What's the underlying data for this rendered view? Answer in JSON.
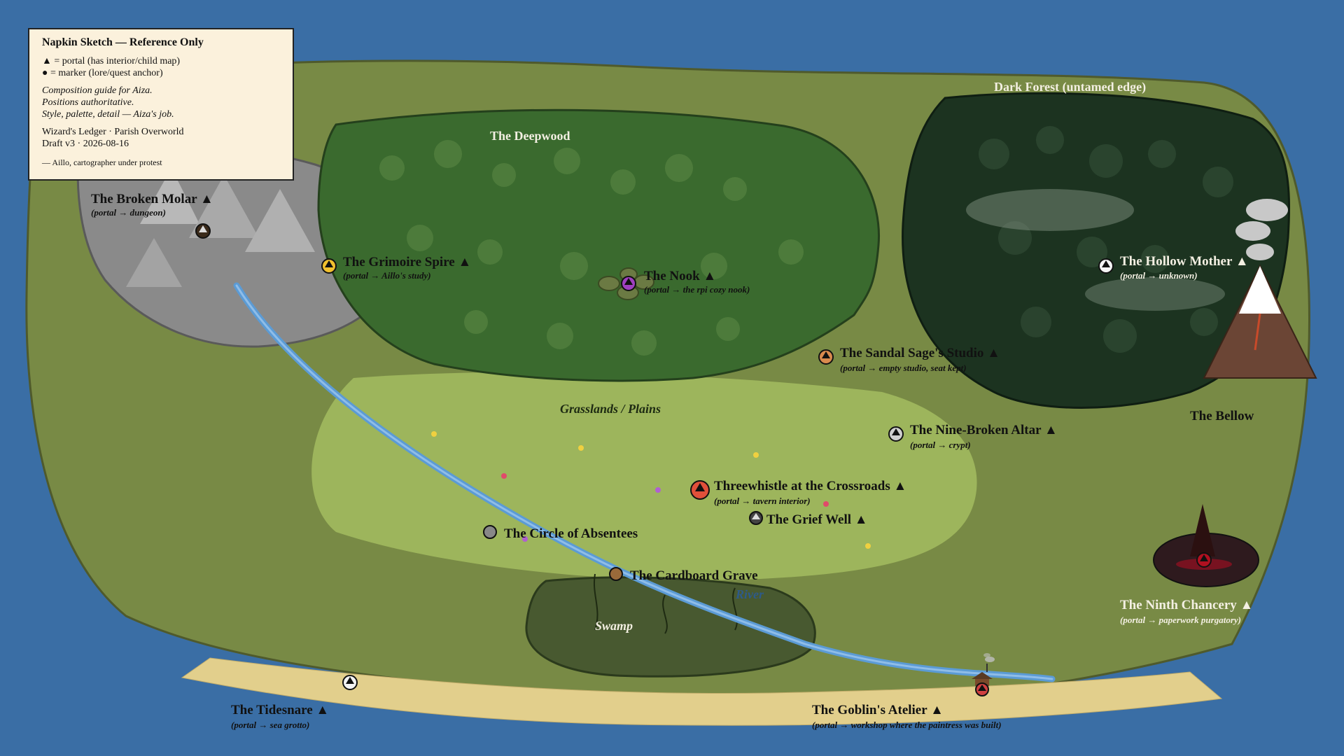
{
  "legend": {
    "title": "Napkin Sketch — Reference Only",
    "key_portal": "▲ = portal (has interior/child map)",
    "key_marker": "● = marker (lore/quest anchor)",
    "note_lines": [
      "Composition guide for Aiza.",
      "Positions authoritative.",
      "Style, palette, detail — Aiza's job."
    ],
    "project": "Wizard's Ledger · Parish Overworld",
    "draft": "Draft v3 · 2026-08-16",
    "signature": "— Aillo, cartographer under protest"
  },
  "regions": {
    "deepwood": "The Deepwood",
    "dark_forest": "Dark Forest (untamed edge)",
    "grasslands": "Grasslands / Plains",
    "swamp": "Swamp",
    "river": "River",
    "bellow": "The Bellow"
  },
  "locations": [
    {
      "id": "broken-molar",
      "name": "The Broken Molar ▲",
      "sub": "(portal → dungeon)",
      "color": "#3a2a1a"
    },
    {
      "id": "grimoire-spire",
      "name": "The Grimoire Spire ▲",
      "sub": "(portal → Aillo's study)",
      "color": "#f2c12e"
    },
    {
      "id": "nook",
      "name": "The Nook ▲",
      "sub": "(portal → the rpi cozy nook)",
      "color": "#a040c0"
    },
    {
      "id": "hollow-mother",
      "name": "The Hollow Mother ▲",
      "sub": "(portal → unknown)",
      "color": "#f4f4f4"
    },
    {
      "id": "sandal-sage",
      "name": "The Sandal Sage's Studio ▲",
      "sub": "(portal → empty studio, seat kept)",
      "color": "#d98a4e"
    },
    {
      "id": "nine-broken-altar",
      "name": "The Nine-Broken Altar ▲",
      "sub": "(portal → crypt)",
      "color": "#cfcfcf"
    },
    {
      "id": "threewhistle",
      "name": "Threewhistle at the Crossroads ▲",
      "sub": "(portal → tavern interior)",
      "color": "#e0503a"
    },
    {
      "id": "grief-well",
      "name": "The Grief Well ▲",
      "sub": "",
      "color": "#444444"
    },
    {
      "id": "circle-absentees",
      "name": "The Circle of Absentees",
      "sub": "",
      "color": "#888888"
    },
    {
      "id": "cardboard-grave",
      "name": "The Cardboard Grave",
      "sub": "",
      "color": "#9a6a3a"
    },
    {
      "id": "ninth-chancery",
      "name": "The Ninth Chancery ▲",
      "sub": "(portal → paperwork purgatory)",
      "color": "#b01020"
    },
    {
      "id": "tidesnare",
      "name": "The Tidesnare ▲",
      "sub": "(portal → sea grotto)",
      "color": "#f4f4f4"
    },
    {
      "id": "goblins-atelier",
      "name": "The Goblin's Atelier ▲",
      "sub": "(portal → workshop where the paintress was built)",
      "color": "#d04040"
    }
  ],
  "colors": {
    "ocean": "#3a6ea5",
    "land": "#788a45",
    "deepwood": "#3a6a2e",
    "dark_forest": "#1c3320",
    "grassland": "#9db55c",
    "mountains": "#8a8a8a",
    "swamp": "#485930",
    "beach": "#e2cf8c",
    "river": "#5b9bd5"
  }
}
